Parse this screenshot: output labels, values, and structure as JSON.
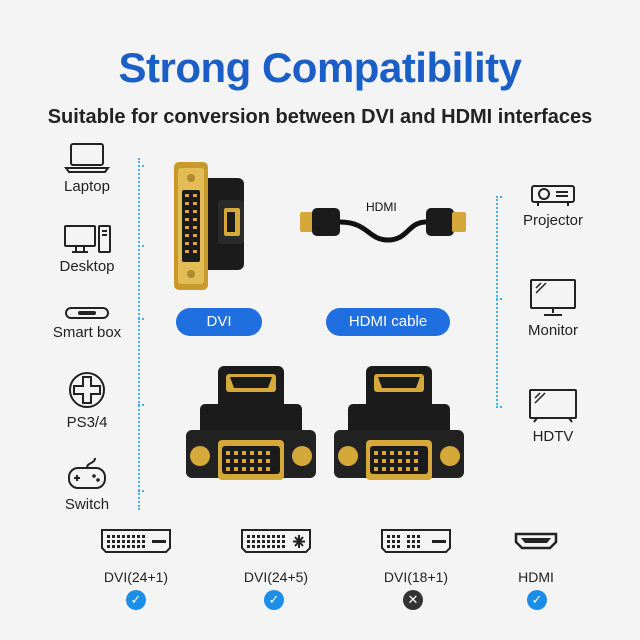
{
  "header": {
    "title": "Strong Compatibility",
    "subtitle": "Suitable for conversion between DVI and HDMI interfaces"
  },
  "left_devices": [
    {
      "label": "Laptop",
      "icon": "laptop-icon"
    },
    {
      "label": "Desktop",
      "icon": "desktop-icon"
    },
    {
      "label": "Smart box",
      "icon": "smart-box-icon"
    },
    {
      "label": "PS3/4",
      "icon": "gamepad-dpad-icon"
    },
    {
      "label": "Switch",
      "icon": "switch-controller-icon"
    }
  ],
  "right_devices": [
    {
      "label": "Projector",
      "icon": "projector-icon"
    },
    {
      "label": "Monitor",
      "icon": "monitor-icon"
    },
    {
      "label": "HDTV",
      "icon": "tv-icon"
    }
  ],
  "center": {
    "dvi_label": "DVI",
    "hdmi_cable_label": "HDMI cable",
    "cable_text": "HDMI"
  },
  "ports": [
    {
      "label": "DVI(24+1)",
      "supported": true,
      "mark": "✓"
    },
    {
      "label": "DVI(24+5)",
      "supported": true,
      "mark": "✓"
    },
    {
      "label": "DVI(18+1)",
      "supported": false,
      "mark": "✕"
    },
    {
      "label": "HDMI",
      "supported": true,
      "mark": "✓"
    }
  ],
  "colors": {
    "title_blue": "#1a5fc8",
    "pill_blue": "#1f6fe0",
    "dotted_line": "#49aee0",
    "check_blue": "#1d8ee8",
    "cross_dark": "#333333",
    "gold": "#d4a93a"
  }
}
